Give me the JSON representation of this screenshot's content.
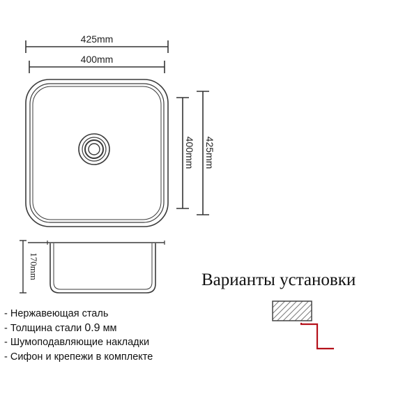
{
  "top_view": {
    "outer_width_label": "425mm",
    "inner_width_label": "400mm",
    "inner_length_label": "400mm",
    "outer_length_label": "425mm"
  },
  "side_view": {
    "depth_label": "170mm"
  },
  "installation": {
    "title": "Варианты установки"
  },
  "features": [
    {
      "dash": "- ",
      "text": "Нержавеющая сталь"
    },
    {
      "dash": "- ",
      "text": "Толщина стали ",
      "value": "0.9",
      "unit": " мм"
    },
    {
      "dash": "- ",
      "text": "Шумоподавляющие накладки"
    },
    {
      "dash": "- ",
      "text": "Сифон и крепежи в комплекте"
    }
  ],
  "colors": {
    "line": "#3a3a3a",
    "accent_red": "#b5121b"
  }
}
